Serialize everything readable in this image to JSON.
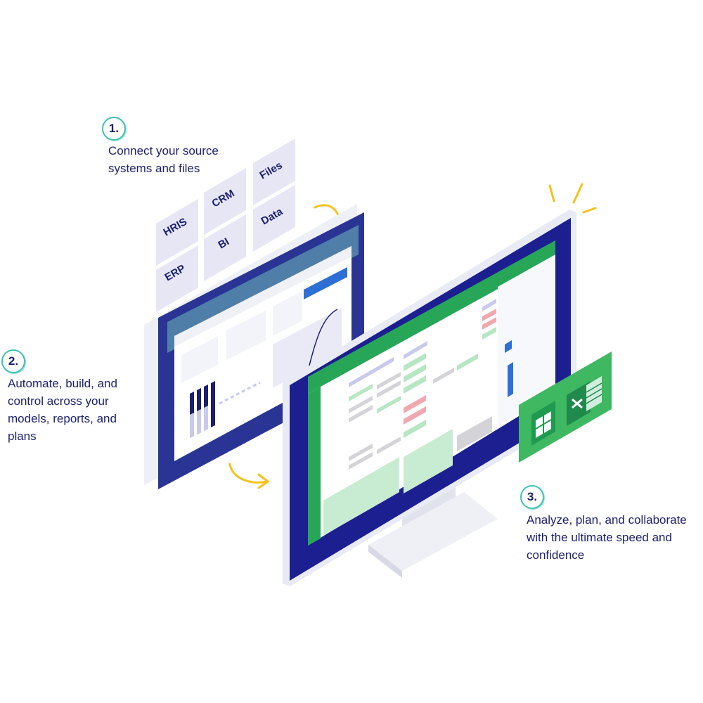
{
  "steps": [
    {
      "number": "1.",
      "lines": [
        "Connect your source",
        "systems and files"
      ]
    },
    {
      "number": "2.",
      "lines": [
        "Automate, build, and",
        "control across your",
        "models, reports, and",
        "plans"
      ]
    },
    {
      "number": "3.",
      "lines": [
        "Analyze, plan, and collaborate",
        "with the ultimate speed and",
        "confidence"
      ]
    }
  ],
  "sources": [
    "HRIS",
    "CRM",
    "Files",
    "ERP",
    "BI",
    "Data"
  ],
  "colors": {
    "navy": "#1b1f6e",
    "monitor_blue": "#2a3494",
    "teal_ring": "#3fc1b5",
    "sheet_green": "#27a658",
    "excel_green": "#1f8a4c",
    "tile_lavender": "#e6e6f5",
    "arrow_yellow": "#f5c21a",
    "cell_red": "#f0a8b0",
    "cell_green": "#b7e6c3",
    "cell_gray": "#d4d4d8",
    "cell_lavender": "#c9c9ee"
  },
  "icons": [
    "google-sheets-icon",
    "excel-icon",
    "curved-arrow-icon",
    "spark-lines-icon"
  ]
}
